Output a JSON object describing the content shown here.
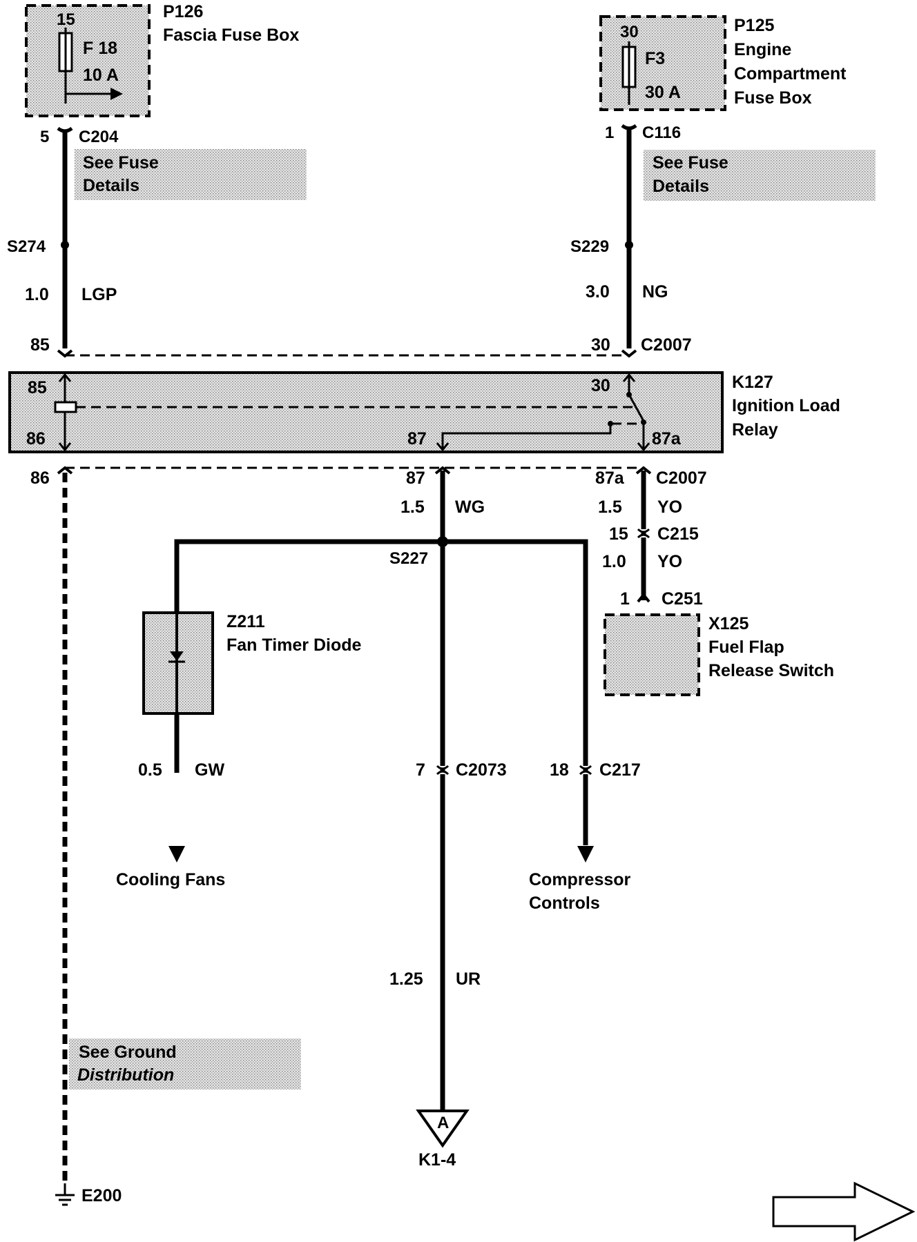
{
  "fuse_boxes": {
    "p126": {
      "id": "P126",
      "name": "Fascia Fuse Box",
      "pin": "15",
      "fuse": "F 18",
      "rating": "10 A"
    },
    "p125": {
      "id": "P125",
      "name_lines": [
        "Engine",
        "Compartment",
        "Fuse Box"
      ],
      "pin": "30",
      "fuse": "F3",
      "rating": "30 A"
    }
  },
  "connectors": {
    "c204": {
      "pin": "5",
      "name": "C204"
    },
    "c116": {
      "pin": "1",
      "name": "C116"
    },
    "c2007_top_left_pin": "85",
    "c2007_top_right_pin": "30",
    "c2007": "C2007",
    "c2007_bottom_pins": [
      "86",
      "87",
      "87a"
    ],
    "c215": {
      "pin": "15",
      "name": "C215"
    },
    "c251": {
      "pin": "1",
      "name": "C251"
    },
    "c2073": {
      "pin": "7",
      "name": "C2073"
    },
    "c217": {
      "pin": "18",
      "name": "C217"
    }
  },
  "notes": {
    "fuse_details_left": [
      "See Fuse",
      "Details"
    ],
    "fuse_details_right": [
      "See Fuse",
      "Details"
    ],
    "ground_distribution": [
      "See Ground",
      "Distribution"
    ]
  },
  "splices": {
    "s274": "S274",
    "s229": "S229",
    "s227": "S227"
  },
  "wires": {
    "lgp": {
      "size": "1.0",
      "color": "LGP"
    },
    "ng": {
      "size": "3.0",
      "color": "NG"
    },
    "wg": {
      "size": "1.5",
      "color": "WG"
    },
    "yo_upper": {
      "size": "1.5",
      "color": "YO"
    },
    "yo_lower": {
      "size": "1.0",
      "color": "YO"
    },
    "gw": {
      "size": "0.5",
      "color": "GW"
    },
    "ur": {
      "size": "1.25",
      "color": "UR"
    }
  },
  "relay": {
    "id": "K127",
    "name_lines": [
      "Ignition Load",
      "Relay"
    ],
    "pins": {
      "p85": "85",
      "p86": "86",
      "p30": "30",
      "p87": "87",
      "p87a": "87a"
    }
  },
  "components": {
    "z211": {
      "id": "Z211",
      "name": "Fan Timer Diode"
    },
    "x125": {
      "id": "X125",
      "name_lines": [
        "Fuel Flap",
        "Release Switch"
      ]
    }
  },
  "destinations": {
    "cooling_fans": "Cooling Fans",
    "compressor_controls": [
      "Compressor",
      "Controls"
    ],
    "offpage_letter": "A",
    "offpage_ref": "K1-4"
  },
  "ground": {
    "id": "E200"
  }
}
